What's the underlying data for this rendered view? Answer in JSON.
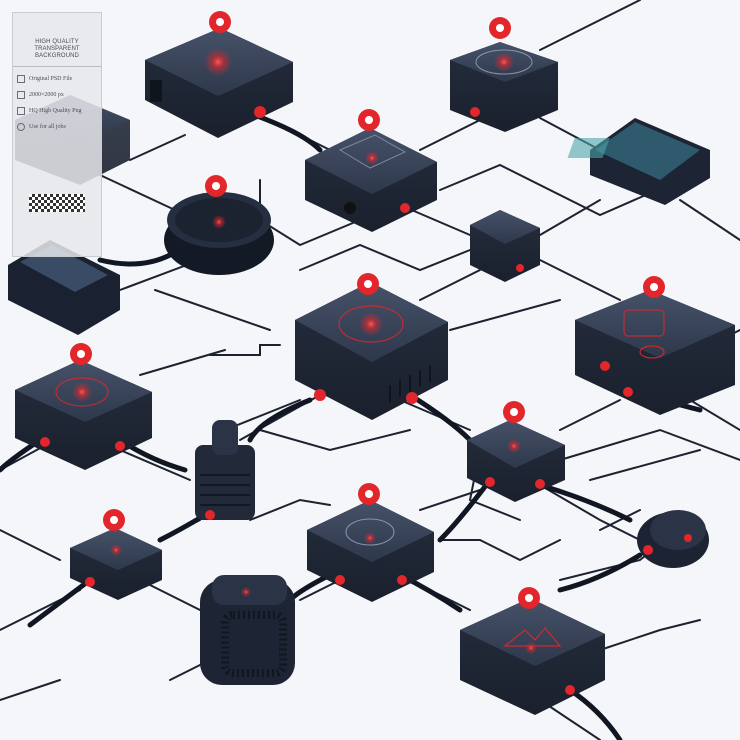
{
  "watermark": {
    "header": "HIGH QUALITY TRANSPARENT BACKGROUND",
    "items": [
      {
        "icon": "file-icon",
        "label": "Original PSD File"
      },
      {
        "icon": "size-icon",
        "label": "2000×2000 px"
      },
      {
        "icon": "image-icon",
        "label": "HQ High Quality Png"
      },
      {
        "icon": "license-icon",
        "label": "Use for all jobs"
      }
    ]
  },
  "colors": {
    "background": "#f4f6f9",
    "device_body": "#2b3446",
    "device_top": "#3a455a",
    "accent_red": "#e2262b",
    "cable": "#1c2230"
  }
}
